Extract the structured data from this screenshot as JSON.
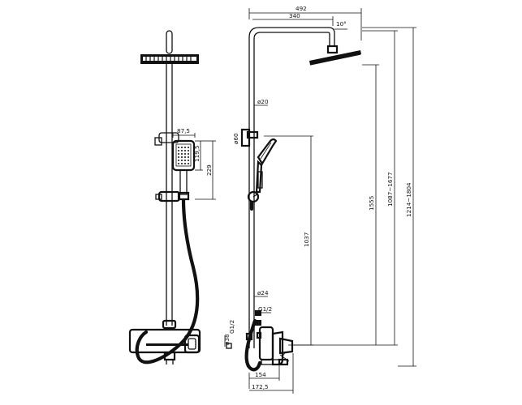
{
  "dimensions": {
    "overall_width": "492",
    "arm_length": "340",
    "arm_angle": "10°",
    "pipe_diameter": "ø20",
    "bracket_diameter": "ø60",
    "lower_pipe_diameter": "ø24",
    "inlet_thread_upper": "G1/2",
    "inlet_thread_lower": "G1/2",
    "diverter_diameter": "ø38",
    "spout_projection": "154",
    "mixer_projection": "172,5",
    "hand_shower_width": "87,5",
    "hand_shower_head_height": "119,5",
    "hand_shower_length": "229",
    "holder_height": "1037",
    "overhead_height": "1555",
    "height_range_mid": "1087~1677",
    "height_range_total": "1214~1804"
  }
}
